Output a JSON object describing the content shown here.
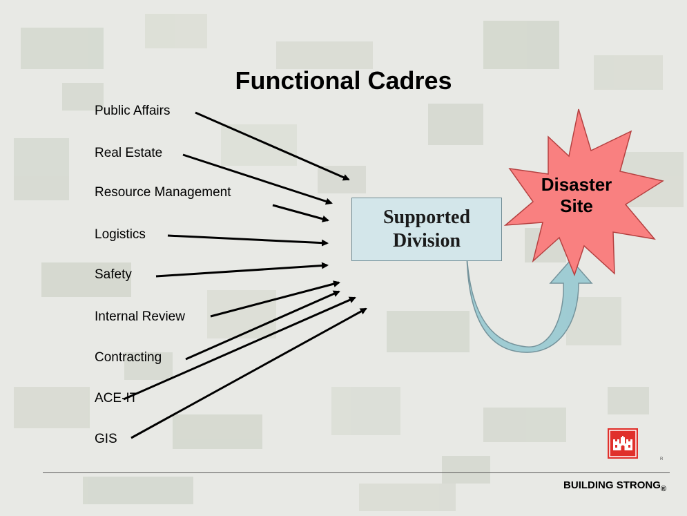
{
  "slide": {
    "title": "Functional Cadres",
    "cadres": [
      "Public Affairs",
      "Real Estate",
      "Resource Management",
      "Logistics",
      "Safety",
      "Internal Review",
      "Contracting",
      "ACE-IT",
      "GIS"
    ],
    "division": {
      "line1": "Supported",
      "line2": "Division"
    },
    "site": {
      "line1": "Disaster",
      "line2": "Site"
    },
    "footer": {
      "tagline": "BUILDING STRONG",
      "registered": "®"
    },
    "colors": {
      "division_fill": "#d3e6ea",
      "burst_fill": "#f98080",
      "curve_arrow": "#9ccbd3",
      "logo_red": "#e0302b"
    }
  }
}
